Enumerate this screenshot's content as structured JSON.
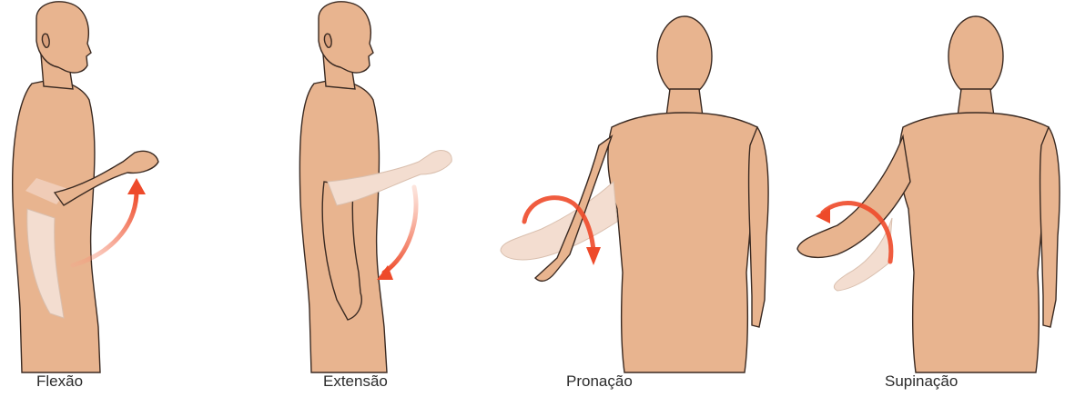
{
  "colors": {
    "skin": "#e8b48f",
    "skin_shadow": "#c98d68",
    "outline": "#3a2a22",
    "ghost": "#f3ddd0",
    "arrow": "#ee4a2a",
    "arrow_light": "#f7a48a"
  },
  "panels": [
    {
      "id": "flexion",
      "label": "Flexão",
      "view": "side",
      "arrow": "upward-curved-arrow-icon"
    },
    {
      "id": "extension",
      "label": "Extensão",
      "view": "side",
      "arrow": "downward-curved-arrow-icon"
    },
    {
      "id": "pronation",
      "label": "Pronação",
      "view": "front",
      "arrow": "clockwise-rotation-arrow-icon"
    },
    {
      "id": "supination",
      "label": "Supinação",
      "view": "front",
      "arrow": "counterclockwise-rotation-arrow-icon"
    }
  ]
}
